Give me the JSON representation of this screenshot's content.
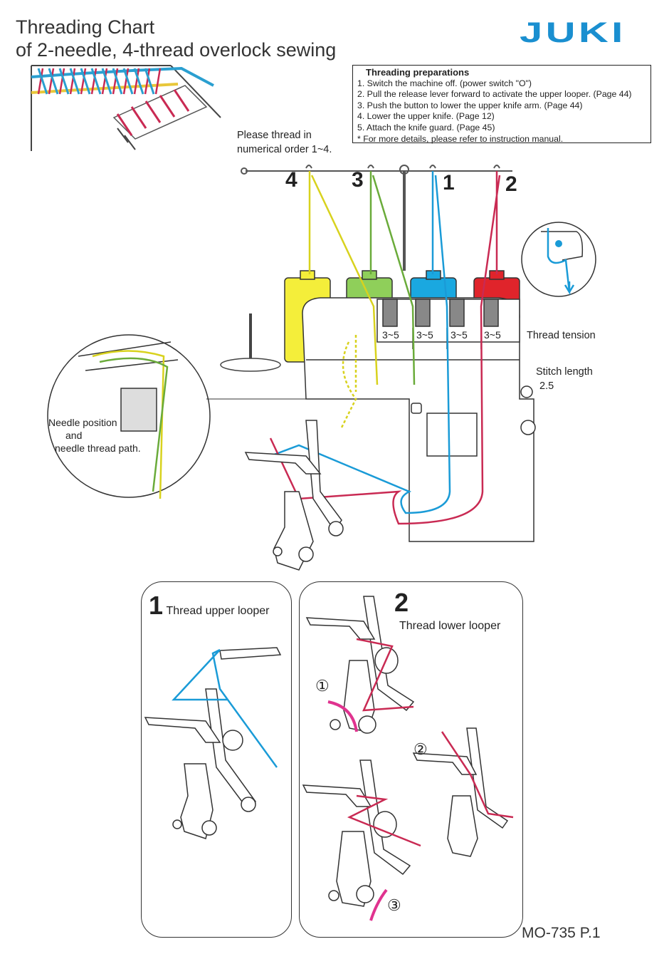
{
  "title_line1": "Threading Chart",
  "title_line2": "of 2-needle, 4-thread overlock sewing",
  "brand": "JUKI",
  "preparations": {
    "heading": "Threading preparations",
    "steps": [
      "1. Switch the machine off. (power switch \"O\")",
      "2. Pull the release lever forward to activate the upper looper. (Page 44)",
      "3. Push the button to lower the upper knife arm. (Page 44)",
      "4. Lower the upper knife. (Page 12)",
      "5. Attach the knife guard. (Page 45)",
      "* For more details, please refer to instruction manual."
    ]
  },
  "order_note_line1": "Please thread in",
  "order_note_line2": "numerical order 1~4.",
  "thread_numbers": [
    "4",
    "3",
    "1",
    "2"
  ],
  "tension_values": [
    "3~5",
    "3~5",
    "3~5",
    "3~5"
  ],
  "thread_tension_label": "Thread tension",
  "stitch_length_label": "Stitch length",
  "stitch_length_value": "2.5",
  "needle_callout_line1": "Needle position",
  "needle_callout_line2": "and",
  "needle_callout_line3": "needle thread path.",
  "panel1": {
    "number": "1",
    "label": "Thread upper looper"
  },
  "panel2": {
    "number": "2",
    "label": "Thread lower looper",
    "substeps": [
      "①",
      "②",
      "③"
    ]
  },
  "footer": "MO-735 P.1",
  "colors": {
    "yellow_thread": "#e8e43a",
    "green_thread": "#7fbf4a",
    "blue_thread": "#1a9bd7",
    "red_thread": "#d4262b",
    "brand_blue": "#1a8fd0",
    "arrow_magenta": "#e0338f"
  }
}
